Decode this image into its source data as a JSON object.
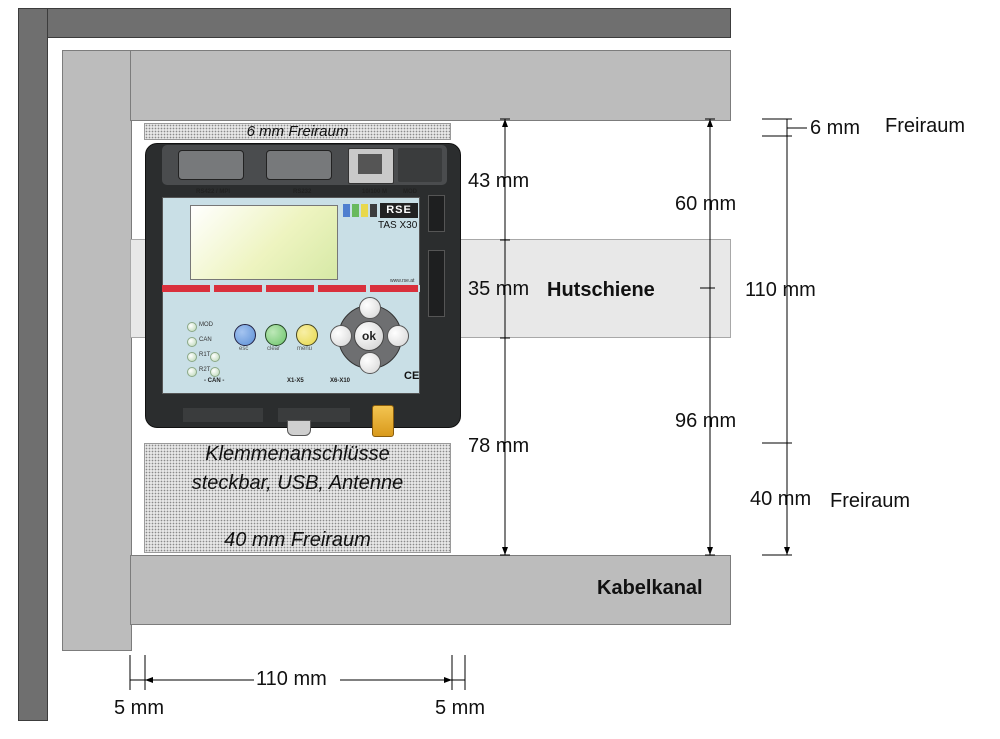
{
  "labels": {
    "freiraum_top_inner": "6 mm Freiraum",
    "top_clearance_value": "6 mm",
    "top_clearance_word": "Freiraum",
    "dim_43": "43 mm",
    "dim_35": "35 mm",
    "hutschiene": "Hutschiene",
    "dim_78": "78 mm",
    "dim_60": "60 mm",
    "dim_96": "96 mm",
    "dim_110_height": "110 mm",
    "bottom_clearance_value": "40 mm",
    "bottom_clearance_word": "Freiraum",
    "klemmen_line1": "Klemmenanschlüsse",
    "klemmen_line2": "steckbar, USB, Antenne",
    "freiraum_bottom_inner": "40 mm Freiraum",
    "kabelkanal": "Kabelkanal",
    "dim_110_width": "110 mm",
    "dim_5_left": "5 mm",
    "dim_5_right": "5 mm"
  },
  "device": {
    "port_rs422": "RS422 / MPI",
    "port_rs232": "RS232",
    "port_ethernet": "10/100 M",
    "port_mod": "MOD",
    "brand": "RSE",
    "model": "TAS X30",
    "website": "www.rse.at",
    "led_mod": "MOD",
    "led_can": "CAN",
    "led_r1t": "R1T",
    "led_r2t": "R2T",
    "can_label": "- CAN -",
    "btn_esc": "esc",
    "btn_clear": "clear",
    "btn_menu": "menu",
    "btn_ok": "ok",
    "terminal_left": "X1-X5",
    "terminal_right": "X6-X10",
    "ce_mark": "CE"
  },
  "colors": {
    "wall_dark": "#6f6f6f",
    "wall_light": "#bcbcbc",
    "rail": "#e8e8e8",
    "device_body": "#2b2d2e",
    "display": "#c9dfe6",
    "accent_red": "#d9303c",
    "btn_esc": "#5b8fd6",
    "btn_clear": "#6cc46a",
    "btn_menu": "#e6d84a",
    "antenna": "#e2a92a"
  }
}
